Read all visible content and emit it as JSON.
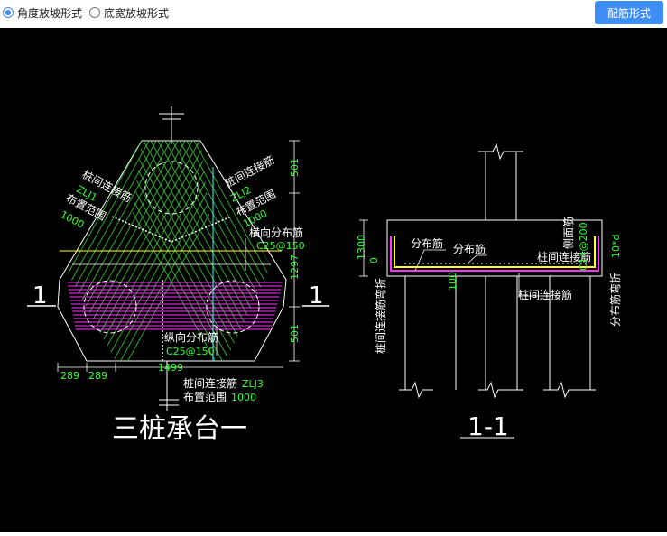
{
  "toolbar": {
    "option_angle": "角度放坡形式",
    "option_bottom": "底宽放坡形式",
    "selected": "option_angle",
    "config_button": "配筋形式"
  },
  "colors": {
    "accent": "#3f8ef5",
    "canvas_bg": "#000000",
    "rebar_green": "#33cc33",
    "label_green": "#33ff33",
    "magenta": "#ff33ff",
    "yellow": "#ffff33",
    "cyan": "#33ffff"
  },
  "left_drawing": {
    "title": "三桩承台一",
    "section_mark_left": "1",
    "section_mark_right": "1",
    "label_zlj1_a": "桩间连接筋",
    "label_zlj1_b": "ZLJ1",
    "label_zlj1_c": "布置范围",
    "label_zlj1_d": "1000",
    "label_zlj2_a": "桩间连接筋",
    "label_zlj2_b": "ZLJ2",
    "label_zlj2_c": "布置范围",
    "label_zlj2_d": "1000",
    "label_transverse": "横向分布筋",
    "label_transverse_spec": "C25@150",
    "label_longitudinal": "纵向分布筋",
    "label_longitudinal_spec": "C25@150",
    "label_zlj3_a": "桩间连接筋",
    "label_zlj3_b": "ZLJ3",
    "label_zlj3_c": "布置范围",
    "label_zlj3_d": "1000",
    "dim_501_top": "501",
    "dim_1297": "1297",
    "dim_501_bottom": "501",
    "dim_289_a": "289",
    "dim_289_b": "289",
    "dim_1499": "1499"
  },
  "right_drawing": {
    "title": "1-1",
    "label_dist_1": "分布筋",
    "label_dist_2": "分布筋",
    "label_side": "侧面筋",
    "label_side_spec": "C14@200",
    "label_pile_conn": "桩间连接筋",
    "label_pile_conn_2": "桩间连接筋",
    "label_pile_bend": "桩间连接筋弯折",
    "label_dist_bend": "分布筋弯折",
    "label_10d": "10*d",
    "dim_1300": "1300",
    "dim_0": "0",
    "dim_100": "100"
  }
}
